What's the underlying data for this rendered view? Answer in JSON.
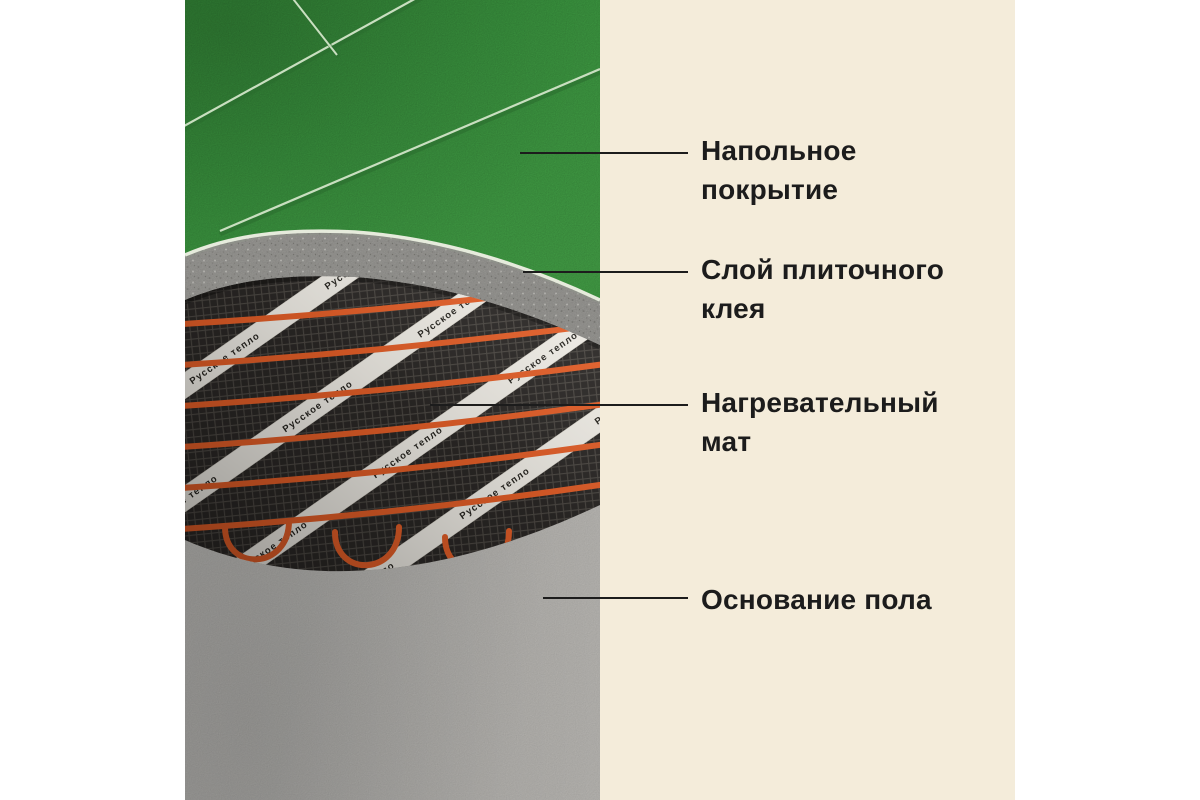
{
  "callouts": [
    {
      "label": "Напольное покрытие"
    },
    {
      "label": "Слой плиточного клея"
    },
    {
      "label": "Нагревательный мат"
    },
    {
      "label": "Основание пола"
    }
  ],
  "illustration": {
    "tape_label": "Русское тепло"
  },
  "colors": {
    "panel_bg": "#f4ecda",
    "label_text": "#1c1c1c",
    "pointer_line": "#1c1c1c",
    "tile_green": "#3f9b42",
    "grout_light": "#c9dfc0",
    "adhesive_gray": "#a2a19d",
    "mesh_dark": "#2b2826",
    "cable_orange": "#e65f28",
    "tape_white": "#f2efe8",
    "concrete_gray": "#adacaa"
  }
}
